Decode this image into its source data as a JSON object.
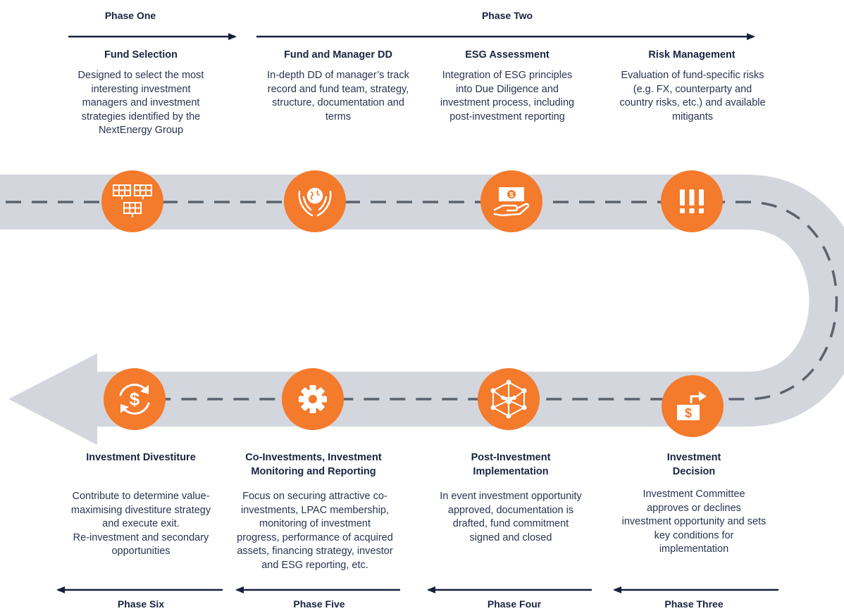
{
  "colors": {
    "road": "#d3d6dc",
    "dash": "#5a6270",
    "node": "#f47a2c",
    "arrow": "#16213d",
    "text": "#1f2a44"
  },
  "phases": {
    "one": "Phase One",
    "two": "Phase Two",
    "three": "Phase Three",
    "four": "Phase Four",
    "five": "Phase Five",
    "six": "Phase Six"
  },
  "steps": [
    {
      "title": "Fund Selection",
      "icon": "solar-panels-icon",
      "desc": [
        "Designed to select the most",
        "interesting investment",
        "managers and investment",
        "strategies identified by the",
        "NextEnergy Group"
      ]
    },
    {
      "title": "Fund and Manager DD",
      "icon": "globe-in-hands-icon",
      "desc": [
        "In-depth DD of manager’s track",
        "record and fund team, strategy,",
        "structure, documentation and",
        "terms"
      ]
    },
    {
      "title": "ESG Assessment",
      "icon": "money-in-hand-icon",
      "desc": [
        "Integration of ESG principles",
        "into Due Diligence and",
        "investment process, including",
        "post-investment reporting"
      ]
    },
    {
      "title": "Risk Management",
      "icon": "exclamation-icon",
      "desc": [
        "Evaluation of fund-specific risks",
        "(e.g. FX, counterparty and",
        "country risks, etc.) and available",
        "mitigants"
      ]
    },
    {
      "title": [
        "Investment",
        "Decision"
      ],
      "icon": "dollar-box-arrow-icon",
      "desc": [
        "Investment Committee",
        "approves or declines",
        "investment opportunity and sets",
        "key conditions for",
        "implementation"
      ]
    },
    {
      "title": [
        "Post-Investment",
        "Implementation"
      ],
      "icon": "network-cube-icon",
      "desc": [
        "In event investment opportunity",
        "approved, documentation is",
        "drafted, fund commitment",
        "signed and closed"
      ]
    },
    {
      "title": [
        "Co-Investments, Investment",
        "Monitoring and Reporting"
      ],
      "icon": "gear-icon",
      "desc": [
        "Focus on securing attractive co-",
        "investments, LPAC membership,",
        "monitoring of investment",
        "progress, performance of acquired",
        "assets, financing strategy, investor",
        "and ESG reporting, etc."
      ]
    },
    {
      "title": "Investment Divestiture",
      "icon": "dollar-cycle-icon",
      "desc": [
        "Contribute to determine value-",
        "maximising divestiture strategy",
        "and execute exit.",
        "Re-investment and secondary",
        "opportunities"
      ]
    }
  ]
}
